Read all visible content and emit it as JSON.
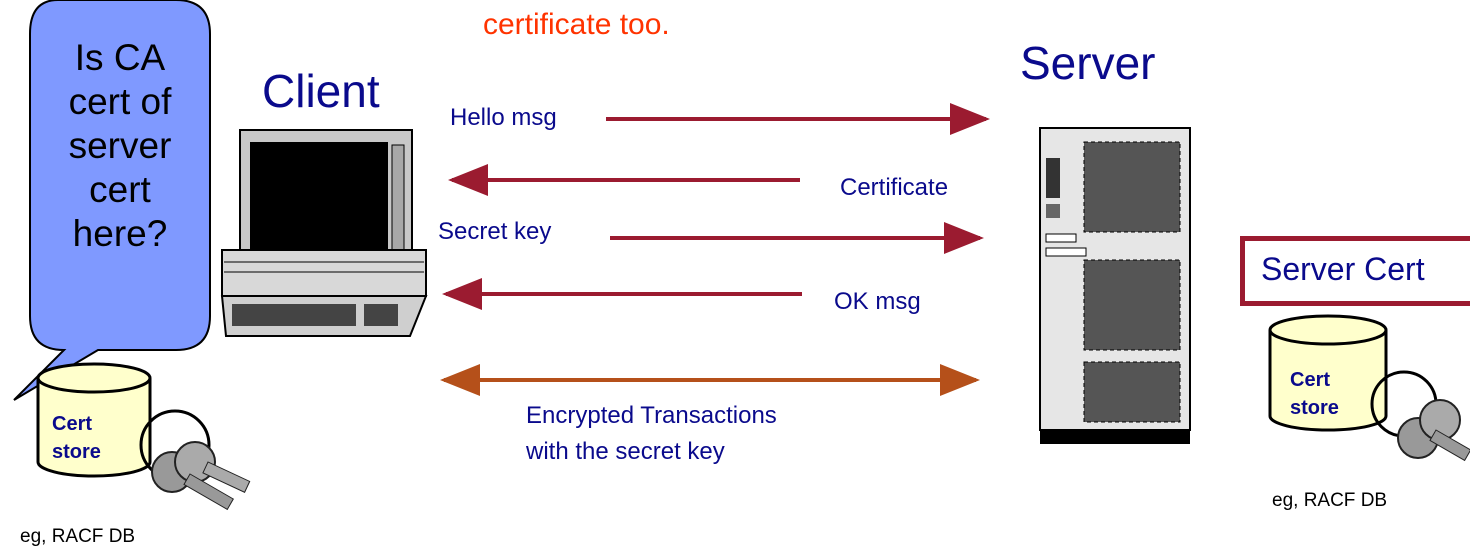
{
  "header_note": "certificate too.",
  "client_title": "Client",
  "server_title": "Server",
  "bubble_lines": [
    "Is CA",
    "cert of",
    "server",
    "cert",
    "here?"
  ],
  "messages": {
    "hello": "Hello msg",
    "certificate": "Certificate",
    "secret_key": "Secret key",
    "ok": "OK msg",
    "encrypted_line1": "Encrypted Transactions",
    "encrypted_line2": "with the secret key"
  },
  "client_store": {
    "line1": "Cert",
    "line2": "store",
    "db": "eg, RACF DB"
  },
  "server_store": {
    "line1": "Cert",
    "line2": "store",
    "db": "eg, RACF DB"
  },
  "server_cert_label": "Server Cert",
  "colors": {
    "arrow": "#9b1b30",
    "arrow_bidirectional": "#b5501a",
    "bubble_fill": "#7f99ff",
    "text_blue": "#0a0a8c",
    "note_red": "#ff3300",
    "store_fill": "#ffffcc"
  }
}
